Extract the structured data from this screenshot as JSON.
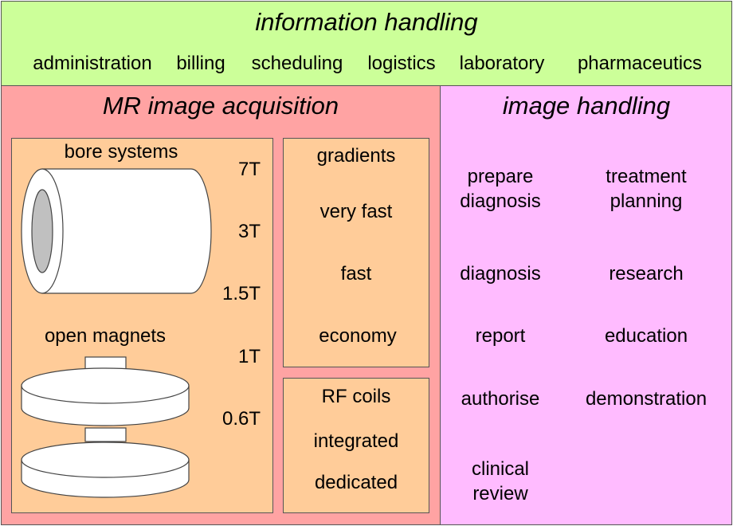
{
  "information_handling": {
    "title": "information handling",
    "items": [
      "administration",
      "billing",
      "scheduling",
      "logistics",
      "laboratory",
      "pharmaceutics"
    ]
  },
  "mr_acquisition": {
    "title": "MR image acquisition",
    "bore_systems": "bore systems",
    "open_magnets": "open magnets",
    "field_strengths": [
      "7T",
      "3T",
      "1.5T",
      "1T",
      "0.6T"
    ],
    "gradients": {
      "title": "gradients",
      "items": [
        "very fast",
        "fast",
        "economy"
      ]
    },
    "rf_coils": {
      "title": "RF coils",
      "items": [
        "integrated",
        "dedicated"
      ]
    }
  },
  "image_handling": {
    "title": "image handling",
    "left_items": [
      "prepare\ndiagnosis",
      "diagnosis",
      "report",
      "authorise",
      "clinical\nreview"
    ],
    "right_items": [
      "treatment\nplanning",
      "research",
      "education",
      "demonstration"
    ]
  },
  "colors": {
    "info_bg": "#ccff99",
    "mr_bg": "#ffa3a3",
    "inner_box_bg": "#ffcc99",
    "image_bg": "#ffbbff",
    "bore_inner": "#c0c0c0"
  }
}
